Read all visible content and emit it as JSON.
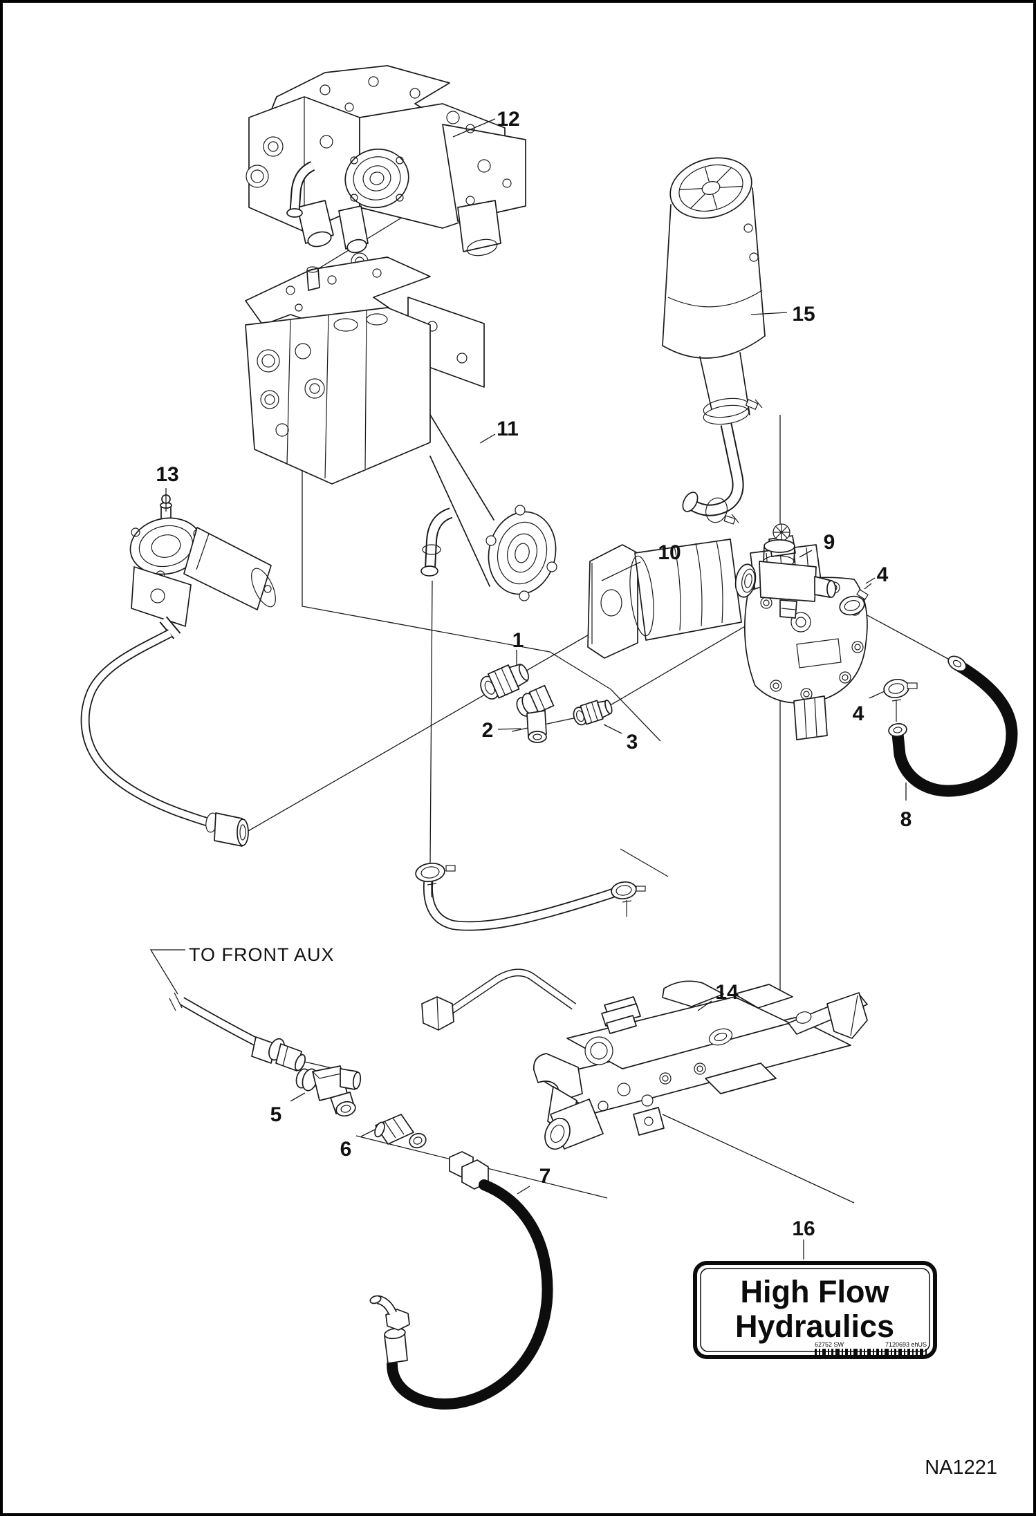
{
  "figure": {
    "drawing_code": "NA1221",
    "aux_label": "TO FRONT AUX",
    "callouts": {
      "c1": "1",
      "c2": "2",
      "c3": "3",
      "c4a": "4",
      "c4b": "4",
      "c5": "5",
      "c6": "6",
      "c7": "7",
      "c8": "8",
      "c9": "9",
      "c10": "10",
      "c11": "11",
      "c12": "12",
      "c13": "13",
      "c14": "14",
      "c15": "15",
      "c16": "16"
    },
    "decal": {
      "line1": "High Flow",
      "line2": "Hydraulics",
      "code_left": "62752 SW",
      "code_right": "7120693 ehUS"
    },
    "colors": {
      "line": "#1a1a1a",
      "background": "#ffffff"
    }
  }
}
